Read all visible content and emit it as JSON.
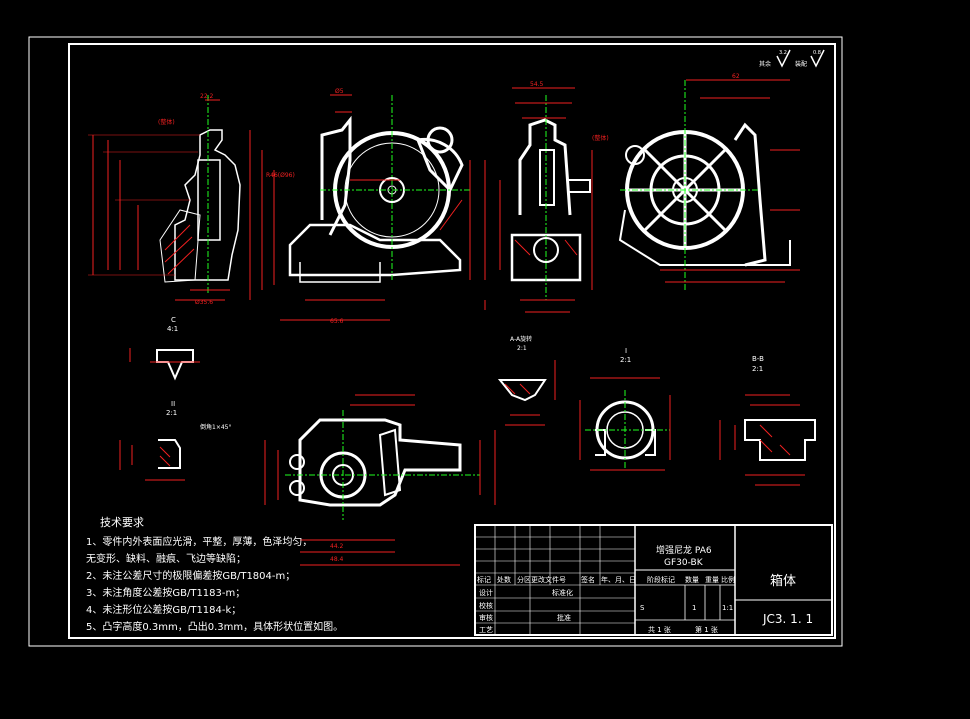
{
  "roughness": {
    "left_value": "3.2",
    "left_label": "其余",
    "right_value": "0.8",
    "right_label": "装配"
  },
  "tech_requirements": {
    "title": "技术要求",
    "items": [
      "1、零件内外表面应光滑，平整，厚薄，色泽均匀，",
      "   无变形、缺料、融痕、飞边等缺陷；",
      "2、未注公差尺寸的极限偏差按GB/T1804-m；",
      "3、未注角度公差按GB/T1183-m；",
      "4、未注形位公差按GB/T1184-k；",
      "5、凸字高度0.3mm，凸出0.3mm，具体形状位置如图。"
    ]
  },
  "views": {
    "view_c": {
      "label": "C",
      "scale": "4:1"
    },
    "view_ii": {
      "label": "II",
      "scale": "2:1",
      "note": "倒角1×45°"
    },
    "view_a": {
      "label": "A-A旋转",
      "scale": "2:1"
    },
    "view_i": {
      "label": "I",
      "scale": "2:1"
    },
    "view_bb": {
      "label": "B-B",
      "scale": "2:1"
    }
  },
  "title_block": {
    "material_line1": "增强尼龙 PA6",
    "material_line2": "GF30-BK",
    "part_name": "箱体",
    "drawing_no": "JC3. 1. 1",
    "header_cells": [
      "标记",
      "处数",
      "分区",
      "更改文件号",
      "签名",
      "年、月、日"
    ],
    "row_labels": [
      "设计",
      "校核",
      "审核",
      "工艺"
    ],
    "std_label": "标准化",
    "approve_label": "批准",
    "stage_label": "阶段标记",
    "weight_label": "重量",
    "scale_label": "比例",
    "qty_label": "数量",
    "stage_value": "S",
    "qty_value": "1",
    "scale_value": "1:1",
    "sheets_total": "共 1 张",
    "sheet_no": "第 1 张"
  },
  "colors": {
    "outline": "#ffffff",
    "dimension": "#ff2020",
    "centerline": "#20ff20",
    "background": "#000000"
  }
}
